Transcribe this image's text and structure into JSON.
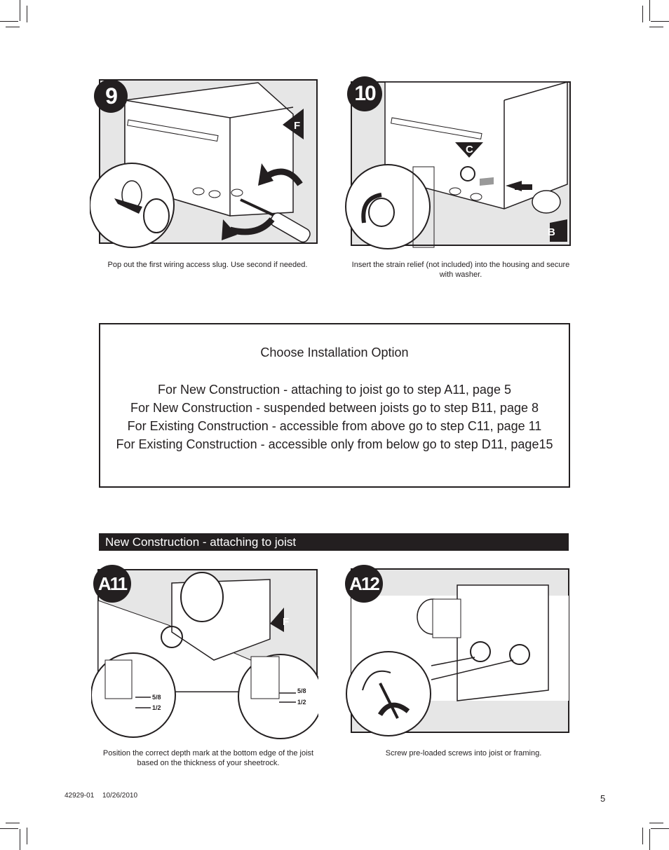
{
  "figures": [
    {
      "step": "9",
      "caption": "Pop out the first wiring access slug. Use second if needed.",
      "callout": "F"
    },
    {
      "step": "10",
      "caption": "Insert the strain relief (not included) into the housing and secure with washer.",
      "callouts": [
        "C",
        "B"
      ]
    },
    {
      "step": "A11",
      "caption": "Position the correct depth mark at the bottom edge of the joist based on the thickness of your sheetrock.",
      "callout": "F",
      "depth_marks": [
        "5/8",
        "1/2"
      ]
    },
    {
      "step": "A12",
      "caption": "Screw pre-loaded screws into joist or framing."
    }
  ],
  "options": {
    "title": "Choose Installation Option",
    "items": [
      "For New Construction - attaching to joist go to step A11, page 5",
      "For New Construction - suspended between joists go to step B11, page 8",
      "For Existing Construction - accessible from above go to step C11, page 11",
      "For Existing Construction - accessible only from below  go to step D11, page15"
    ]
  },
  "section": {
    "title": "New Construction - attaching to joist"
  },
  "footer": {
    "doc_code": "42929-01",
    "date": "10/26/2010",
    "page_number": "5"
  }
}
